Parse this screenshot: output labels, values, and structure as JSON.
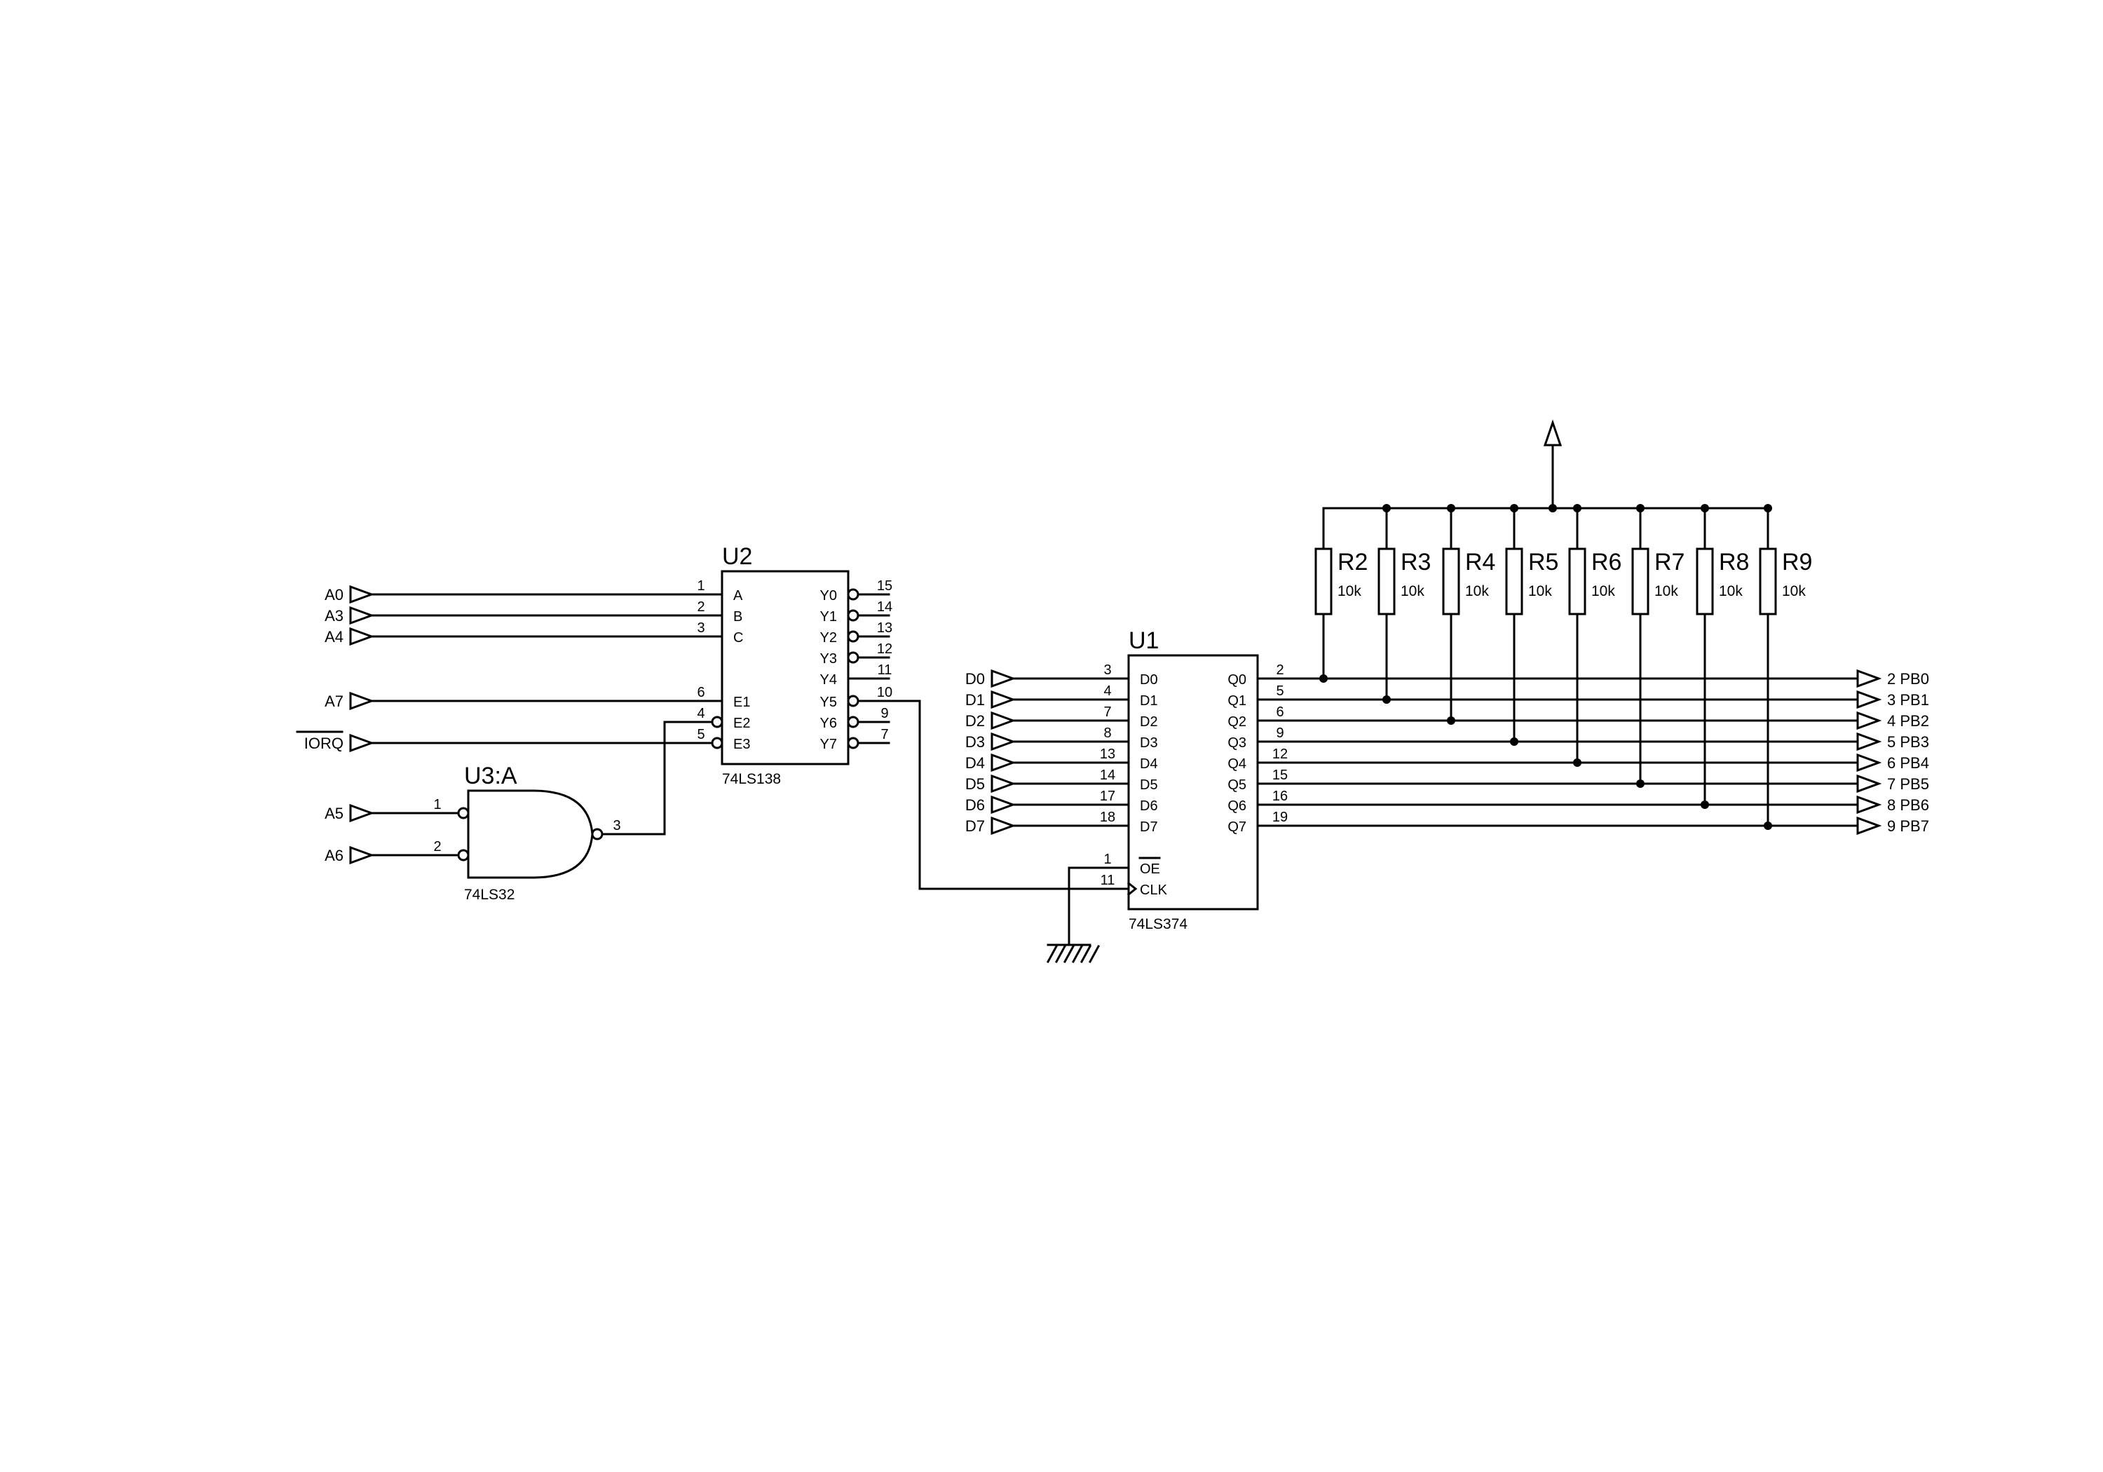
{
  "u2": {
    "ref": "U2",
    "part": "74LS138",
    "left_pins": [
      {
        "name": "A",
        "num": "1",
        "net": "A0"
      },
      {
        "name": "B",
        "num": "2",
        "net": "A3"
      },
      {
        "name": "C",
        "num": "3",
        "net": "A4"
      },
      {
        "name": "E1",
        "num": "6",
        "net": "A7"
      },
      {
        "name": "E2",
        "num": "4",
        "net": ""
      },
      {
        "name": "E3",
        "num": "5",
        "net": "IORQ"
      }
    ],
    "right_pins": [
      {
        "name": "Y0",
        "num": "15"
      },
      {
        "name": "Y1",
        "num": "14"
      },
      {
        "name": "Y2",
        "num": "13"
      },
      {
        "name": "Y3",
        "num": "12"
      },
      {
        "name": "Y4",
        "num": "11"
      },
      {
        "name": "Y5",
        "num": "10"
      },
      {
        "name": "Y6",
        "num": "9"
      },
      {
        "name": "Y7",
        "num": "7"
      }
    ]
  },
  "u3": {
    "ref": "U3:A",
    "part": "74LS32",
    "inputs": [
      {
        "num": "1",
        "net": "A5"
      },
      {
        "num": "2",
        "net": "A6"
      }
    ],
    "output_num": "3"
  },
  "u1": {
    "ref": "U1",
    "part": "74LS374",
    "d_pins": [
      {
        "name": "D0",
        "num": "3",
        "net": "D0"
      },
      {
        "name": "D1",
        "num": "4",
        "net": "D1"
      },
      {
        "name": "D2",
        "num": "7",
        "net": "D2"
      },
      {
        "name": "D3",
        "num": "8",
        "net": "D3"
      },
      {
        "name": "D4",
        "num": "13",
        "net": "D4"
      },
      {
        "name": "D5",
        "num": "14",
        "net": "D5"
      },
      {
        "name": "D6",
        "num": "17",
        "net": "D6"
      },
      {
        "name": "D7",
        "num": "18",
        "net": "D7"
      }
    ],
    "q_pins": [
      {
        "name": "Q0",
        "num": "2",
        "out": "2 PB0"
      },
      {
        "name": "Q1",
        "num": "5",
        "out": "3 PB1"
      },
      {
        "name": "Q2",
        "num": "6",
        "out": "4 PB2"
      },
      {
        "name": "Q3",
        "num": "9",
        "out": "5 PB3"
      },
      {
        "name": "Q4",
        "num": "12",
        "out": "6 PB4"
      },
      {
        "name": "Q5",
        "num": "15",
        "out": "7 PB5"
      },
      {
        "name": "Q6",
        "num": "16",
        "out": "8 PB6"
      },
      {
        "name": "Q7",
        "num": "19",
        "out": "9 PB7"
      }
    ],
    "oe": {
      "name": "OE",
      "num": "1"
    },
    "clk": {
      "name": "CLK",
      "num": "11"
    }
  },
  "resistors": [
    {
      "ref": "R2",
      "value": "10k"
    },
    {
      "ref": "R3",
      "value": "10k"
    },
    {
      "ref": "R4",
      "value": "10k"
    },
    {
      "ref": "R5",
      "value": "10k"
    },
    {
      "ref": "R6",
      "value": "10k"
    },
    {
      "ref": "R7",
      "value": "10k"
    },
    {
      "ref": "R8",
      "value": "10k"
    },
    {
      "ref": "R9",
      "value": "10k"
    }
  ]
}
